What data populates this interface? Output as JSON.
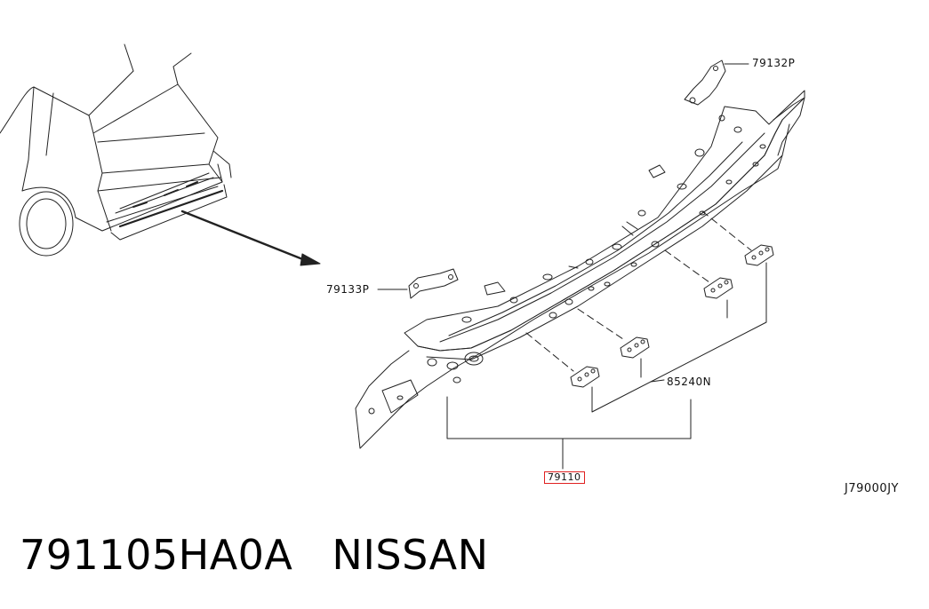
{
  "diagram": {
    "callouts": {
      "bracket_top": "79132P",
      "bracket_left": "79133P",
      "clips": "85240N",
      "main_part": "79110",
      "illustration_code": "J79000JY"
    },
    "highlight_color": "#e02020",
    "line_color": "#000000"
  },
  "caption": {
    "part_number": "791105HA0A",
    "brand": "NISSAN"
  }
}
